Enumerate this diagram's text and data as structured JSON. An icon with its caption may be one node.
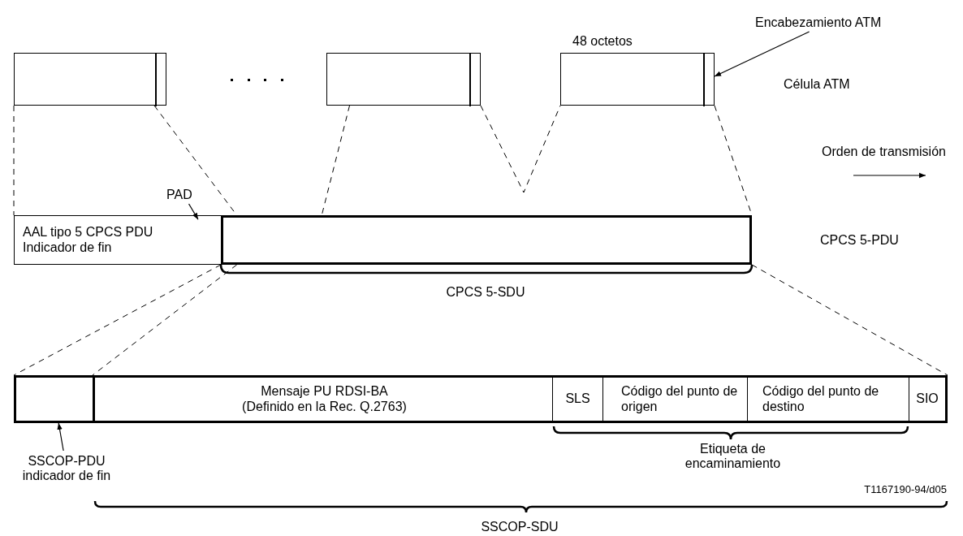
{
  "diagram": {
    "nodes": [
      {
        "text": [],
        "shape": "box"
      },
      {
        "text": [],
        "shape": "box",
        "in": 0
      },
      {
        "text": [],
        "shape": "box"
      },
      {
        "text": [],
        "shape": "box",
        "in": 2
      },
      {
        "text": [],
        "shape": "box"
      },
      {
        "text": [],
        "shape": "box",
        "in": 4
      },
      {
        "text": [
          "Encabezamiento ATM"
        ]
      },
      {
        "text": [
          "AAL tipo 5 CPCS PDU Indicador de fin"
        ]
      },
      {
        "text": [
          "PAD"
        ]
      },
      {
        "text": [],
        "shape": "box"
      },
      {
        "text": [],
        "shape": "box"
      },
      {
        "text": [],
        "shape": "box"
      },
      {
        "text": [
          "SSCOP-PDU indicador de fin"
        ]
      },
      {
        "text": [
          "Mensaje PU RDSI-BA",
          "(Definido en la Rec. Q.2763)"
        ]
      },
      {
        "text": [
          "SLS"
        ]
      },
      {
        "text": [
          "Código del punto de origen"
        ]
      },
      {
        "text": [
          "Código del punto de destino"
        ]
      },
      {
        "text": [
          "SIO"
        ]
      }
    ],
    "edges": [
      {
        "from": 6,
        "to": 5,
        "arrow": "to"
      },
      {
        "from": 8,
        "to": 9,
        "arrow": "to"
      },
      {
        "from": 12,
        "to": 11,
        "arrow": "to"
      },
      {
        "from": 0,
        "to": 7,
        "arrow": "none",
        "style": "dashed"
      },
      {
        "from": 1,
        "to": 10,
        "arrow": "none",
        "style": "dashed"
      },
      {
        "from": 2,
        "to": 10,
        "arrow": "none",
        "style": "dashed"
      },
      {
        "from": 3,
        "to": 4,
        "arrow": "none",
        "style": "dashed"
      },
      {
        "from": 5,
        "to": 10,
        "arrow": "none",
        "style": "dashed"
      },
      {
        "from": 10,
        "to": 11,
        "arrow": "none",
        "style": "dashed"
      },
      {
        "from": 10,
        "to": 13,
        "arrow": "none",
        "style": "dashed"
      },
      {
        "from": 10,
        "to": 17,
        "arrow": "none",
        "style": "dashed"
      }
    ],
    "labels": [
      "48 octetos",
      "Célula ATM",
      "Orden de transmisión",
      "CPCS 5-PDU",
      "CPCS 5-SDU",
      "Etiqueta de encaminamiento",
      "T1167190-94/d05",
      "SSCOP-SDU"
    ]
  }
}
